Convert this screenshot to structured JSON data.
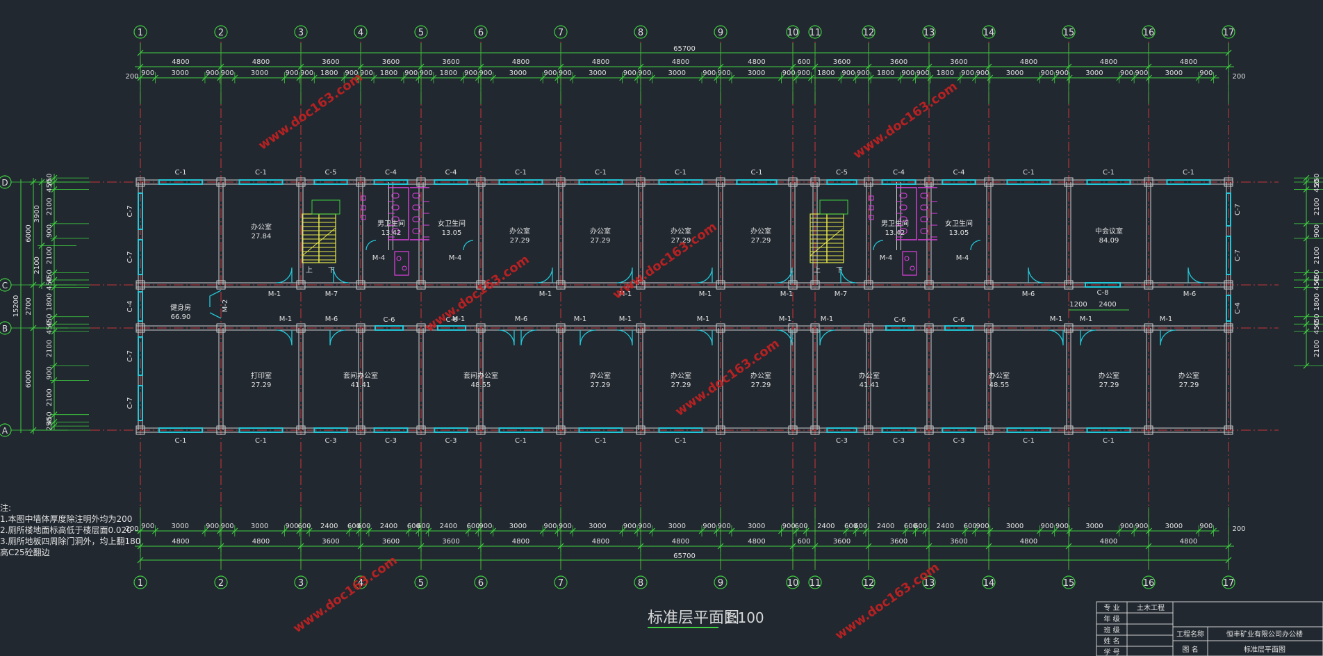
{
  "title": "标准层平面图",
  "scale": "1:100",
  "axes_x": [
    "1",
    "2",
    "3",
    "4",
    "5",
    "6",
    "7",
    "8",
    "9",
    "10",
    "11",
    "12",
    "13",
    "14",
    "15",
    "16",
    "17"
  ],
  "axes_y": [
    "D",
    "C",
    "B",
    "A"
  ],
  "total_length": "65700",
  "total_depth": "15200",
  "top_bays": [
    "4800",
    "4800",
    "3600",
    "3600",
    "3600",
    "4800",
    "4800",
    "4800",
    "4800",
    "600",
    "3600",
    "3600",
    "3600",
    "4800",
    "4800",
    "4800"
  ],
  "bottom_bays": [
    "4800",
    "4800",
    "3600",
    "3600",
    "3600",
    "4800",
    "4800",
    "4800",
    "4800",
    "600",
    "3600",
    "3600",
    "3600",
    "4800",
    "4800",
    "4800"
  ],
  "top_detail": [
    "900",
    "3000",
    "900",
    "900",
    "3000",
    "900",
    "900",
    "1800",
    "900",
    "900",
    "1800",
    "900",
    "900",
    "1800",
    "900",
    "900",
    "3000",
    "900",
    "900",
    "3000",
    "900",
    "900",
    "3000",
    "900",
    "900",
    "3000",
    "900",
    "900",
    "1800",
    "900",
    "900",
    "1800",
    "900",
    "900",
    "1800",
    "900",
    "900",
    "3000",
    "900",
    "900",
    "3000",
    "900",
    "900",
    "3000",
    "900"
  ],
  "bottom_detail": [
    "900",
    "3000",
    "900",
    "900",
    "3000",
    "900",
    "600",
    "2400",
    "600",
    "600",
    "2400",
    "600",
    "600",
    "2400",
    "600",
    "900",
    "3000",
    "900",
    "900",
    "3000",
    "900",
    "900",
    "3000",
    "900",
    "900",
    "3000",
    "900",
    "600",
    "2400",
    "600",
    "600",
    "2400",
    "600",
    "600",
    "2400",
    "600",
    "900",
    "3000",
    "900",
    "900",
    "3000",
    "900",
    "900",
    "3000",
    "900"
  ],
  "side_dims_outer": [
    "6000",
    "2700",
    "6000"
  ],
  "side_dims_mid": [
    "3900",
    "2100"
  ],
  "side_dims_inner": [
    "250",
    "450",
    "2100",
    "900",
    "2100",
    "450",
    "450",
    "1800",
    "450",
    "450",
    "2100",
    "900",
    "2100",
    "450",
    "250"
  ],
  "edge_dim": "200",
  "rooms": [
    {
      "name": "办公室",
      "area": "27.84"
    },
    {
      "name": "男卫生间",
      "area": "13.42"
    },
    {
      "name": "女卫生间",
      "area": "13.05"
    },
    {
      "name": "办公室",
      "area": "27.29"
    },
    {
      "name": "办公室",
      "area": "27.29"
    },
    {
      "name": "办公室",
      "area": "27.29"
    },
    {
      "name": "办公室",
      "area": "27.29"
    },
    {
      "name": "男卫生间",
      "area": "13.42"
    },
    {
      "name": "女卫生间",
      "area": "13.05"
    },
    {
      "name": "中会议室",
      "area": "84.09"
    },
    {
      "name": "健身房",
      "area": "66.90"
    },
    {
      "name": "打印室",
      "area": "27.29"
    },
    {
      "name": "套间办公室",
      "area": "41.41"
    },
    {
      "name": "套间办公室",
      "area": "48.55"
    },
    {
      "name": "办公室",
      "area": "27.29"
    },
    {
      "name": "办公室",
      "area": "27.29"
    },
    {
      "name": "办公室",
      "area": "27.29"
    },
    {
      "name": "办公室",
      "area": "41.41"
    },
    {
      "name": "办公室",
      "area": "48.55"
    },
    {
      "name": "办公室",
      "area": "27.29"
    },
    {
      "name": "办公室",
      "area": "27.29"
    }
  ],
  "windows_top": [
    "C-1",
    "C-1",
    "C-5",
    "C-4",
    "C-4",
    "C-1",
    "C-1",
    "C-1",
    "C-1",
    "C-5",
    "C-4",
    "C-4",
    "C-1",
    "C-1",
    "C-1"
  ],
  "windows_bottom": [
    "C-1",
    "C-1",
    "C-3",
    "C-3",
    "C-3",
    "C-1",
    "C-1",
    "C-1",
    "C-3",
    "C-3",
    "C-3",
    "C-1",
    "C-1"
  ],
  "windows_side": [
    "C-7",
    "C-7",
    "C-4",
    "C-7",
    "C-7"
  ],
  "windows_side_r": [
    "C-7",
    "C-7",
    "C-4"
  ],
  "windows_corridor": [
    "C-6",
    "C-6",
    "C-6",
    "C-6",
    "C-8"
  ],
  "corridor_dims": [
    "1200",
    "2400"
  ],
  "doors": [
    "M-1",
    "M-7",
    "M-1",
    "M-1",
    "M-1",
    "M-1",
    "M-7",
    "M-6",
    "M-6",
    "M-1",
    "M-6",
    "M-6",
    "M-1",
    "M-1",
    "M-1",
    "M-1",
    "M-1",
    "M-1",
    "M-1",
    "M-1",
    "M-1",
    "M-2",
    "M-4",
    "M-4",
    "M-4",
    "M-4"
  ],
  "stair_labels": [
    "上",
    "下",
    "上",
    "下"
  ],
  "notes": [
    "注:",
    "1.本图中墙体厚度除注明外均为200",
    "2.厕所楼地面标高低于楼层面0.020",
    "3.厕所地板四周除门洞外，均上翻180",
    "高C25砼翻边"
  ],
  "watermark": "www.doc163.com",
  "titleblock": {
    "rows": [
      {
        "label": "专 业",
        "value": "土木工程"
      },
      {
        "label": "年 级",
        "value": ""
      },
      {
        "label": "班 级",
        "value": ""
      },
      {
        "label": "姓 名",
        "value": ""
      },
      {
        "label": "学 号",
        "value": ""
      }
    ],
    "project_label": "工程名称",
    "project_value": "恒丰矿业有限公司办公楼",
    "drawing_label": "图 名",
    "drawing_value": "标准层平面图"
  },
  "colors": {
    "background": "#212830",
    "dim": "#3fd13f",
    "wall": "#d0d0d0",
    "axis": "#ff3a3a",
    "window": "#22c8d8",
    "fixture": "#e040e0",
    "stair": "#e8e84a",
    "text": "#e0e0e0",
    "watermark": "#d02020"
  }
}
